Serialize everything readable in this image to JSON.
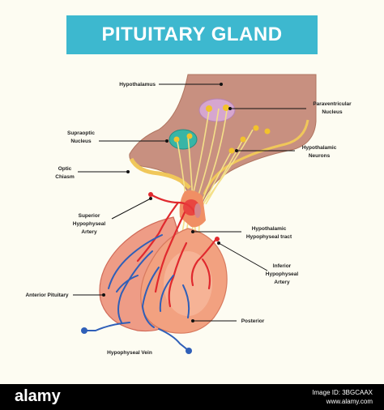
{
  "title": "PITUITARY GLAND",
  "labels": {
    "hypothalamus": "Hypothalamus",
    "paraventricular_1": "Paraventricular",
    "paraventricular_2": "Nucleus",
    "supraoptic_1": "Supraoptic",
    "supraoptic_2": "Nucleus",
    "optic_chiasm_1": "Optic",
    "optic_chiasm_2": "Chiasm",
    "hypothalamic_neurons_1": "Hypothalamic",
    "hypothalamic_neurons_2": "Neurons",
    "superior_artery_1": "Superior",
    "superior_artery_2": "Hypophyseal",
    "superior_artery_3": "Artery",
    "tract_1": "Hypothalamic",
    "tract_2": "Hypophyseal tract",
    "inferior_artery_1": "Inferior",
    "inferior_artery_2": "Hypophyseal",
    "inferior_artery_3": "Artery",
    "anterior_pituitary": "Anterior Pituitary",
    "posterior": "Posterior",
    "hypophyseal_vein": "Hypophyseal Vein"
  },
  "footer": {
    "logo": "alamy",
    "image_id_line": "Image ID: 3BGCAAX",
    "site": "www.alamy.com"
  }
}
